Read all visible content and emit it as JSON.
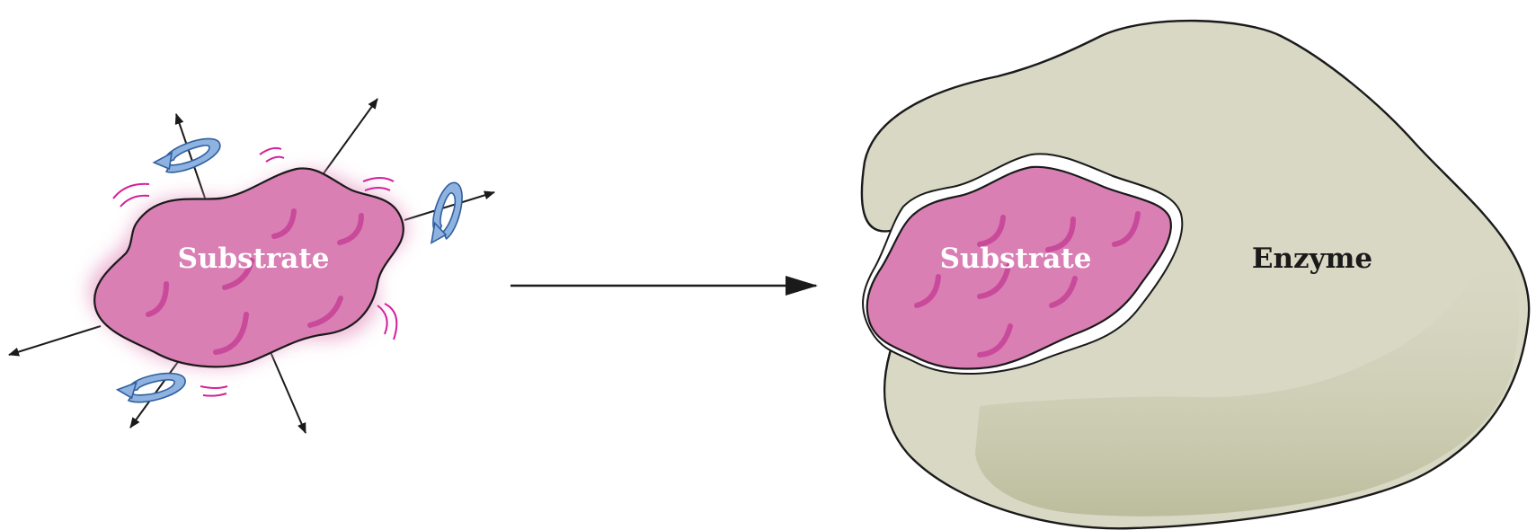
{
  "labels": {
    "free_substrate": "Substrate",
    "bound_substrate": "Substrate",
    "enzyme": "Enzyme"
  },
  "colors": {
    "substrate_fill": "#d97fb3",
    "substrate_stripe": "#c94a9a",
    "substrate_glow": "#e8a2c8",
    "vibration_marks": "#d4209a",
    "rotation_arrows": "#8fb3e0",
    "enzyme_fill": "#d8d8c4",
    "enzyme_shade": "#c2c3a6",
    "outline": "#1a1a1a",
    "free_label_text": "#ffffff",
    "enzyme_label_text": "#1a1a1a"
  },
  "icons": [
    "translation-arrow",
    "rotation-arrow",
    "vibration-mark",
    "reaction-arrow"
  ]
}
